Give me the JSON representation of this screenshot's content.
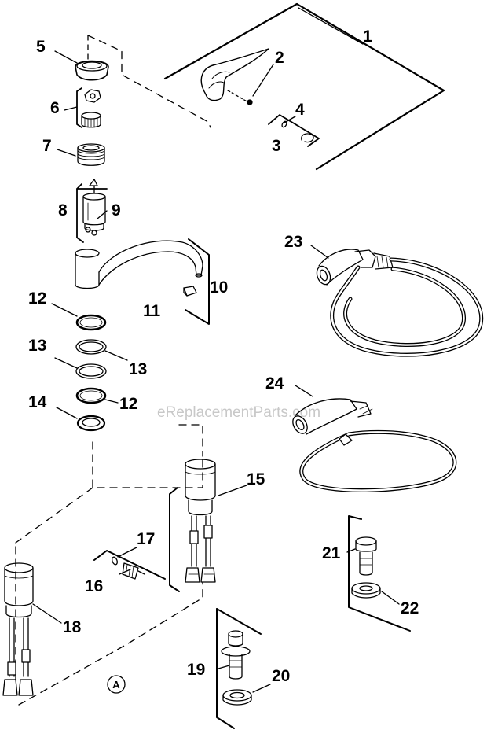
{
  "watermark": "eReplacementParts.com",
  "callouts": {
    "c1": "1",
    "c2": "2",
    "c3": "3",
    "c4": "4",
    "c5": "5",
    "c6": "6",
    "c7": "7",
    "c8": "8",
    "c9": "9",
    "c10": "10",
    "c11": "11",
    "c12a": "12",
    "c12b": "12",
    "c13a": "13",
    "c13b": "13",
    "c14": "14",
    "c15": "15",
    "c16": "16",
    "c17": "17",
    "c18": "18",
    "c19": "19",
    "c20": "20",
    "c21": "21",
    "c22": "22",
    "c23": "23",
    "c24": "24"
  },
  "reference_mark": "A",
  "icons": {
    "handle": "lever-handle-icon",
    "screw": "set-screw-icon",
    "spout": "faucet-spout-icon",
    "cartridge": "valve-cartridge-icon",
    "hose": "coiled-hose-icon",
    "spray": "spray-head-icon",
    "shank": "supply-shank-icon"
  },
  "colors": {
    "line": "#000000",
    "fill": "#ffffff",
    "watermark": "#c8c8c8"
  }
}
